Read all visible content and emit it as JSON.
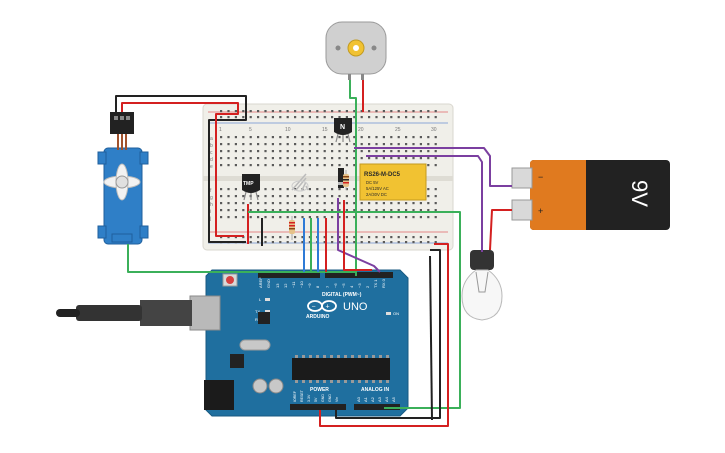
{
  "circuit": {
    "arduino": {
      "brand": "ARDUINO",
      "model": "UNO",
      "digital_header": "DIGITAL (PWM~)",
      "power_header": "POWER",
      "analog_header": "ANALOG IN",
      "aref": "AREF",
      "gnd": "GND",
      "tx": "TX",
      "rx": "RX",
      "on": "ON",
      "l": "L",
      "digital_pins": [
        "13",
        "12",
        "~11",
        "~10",
        "~9",
        "8",
        "7",
        "~6",
        "~5",
        "4",
        "~3",
        "2",
        "TX 1",
        "RX 0"
      ],
      "power_pins": [
        "IOREF",
        "RESET",
        "3.3V",
        "5V",
        "GND",
        "GND",
        "Vin"
      ],
      "analog_pins": [
        "A0",
        "A1",
        "A2",
        "A3",
        "A4",
        "A5"
      ]
    },
    "relay": {
      "part": "RS26-M-DC5",
      "lines": [
        "DC 5V",
        "5A/125V AC",
        "2A/30V DC"
      ]
    },
    "sensor_label": "TMP",
    "transistor_label": "N",
    "battery": {
      "label": "9V",
      "minus": "−",
      "plus": "+"
    },
    "breadboard": {
      "row_letters_top": [
        "a",
        "b",
        "c",
        "d",
        "e"
      ],
      "row_letters_bottom": [
        "f",
        "g",
        "h",
        "i",
        "j"
      ],
      "column_numbers": [
        "1",
        "5",
        "10",
        "15",
        "20",
        "25",
        "30"
      ]
    },
    "colors": {
      "board": "#1f6f9f",
      "wire_red": "#d42020",
      "wire_black": "#222222",
      "wire_green": "#3bb05a",
      "wire_blue": "#2e7bd6",
      "wire_purple": "#7b3fa0",
      "breadboard": "#f0efe9",
      "relay": "#f1c232",
      "battery_body": "#222222",
      "battery_cap": "#e07a1f"
    }
  }
}
